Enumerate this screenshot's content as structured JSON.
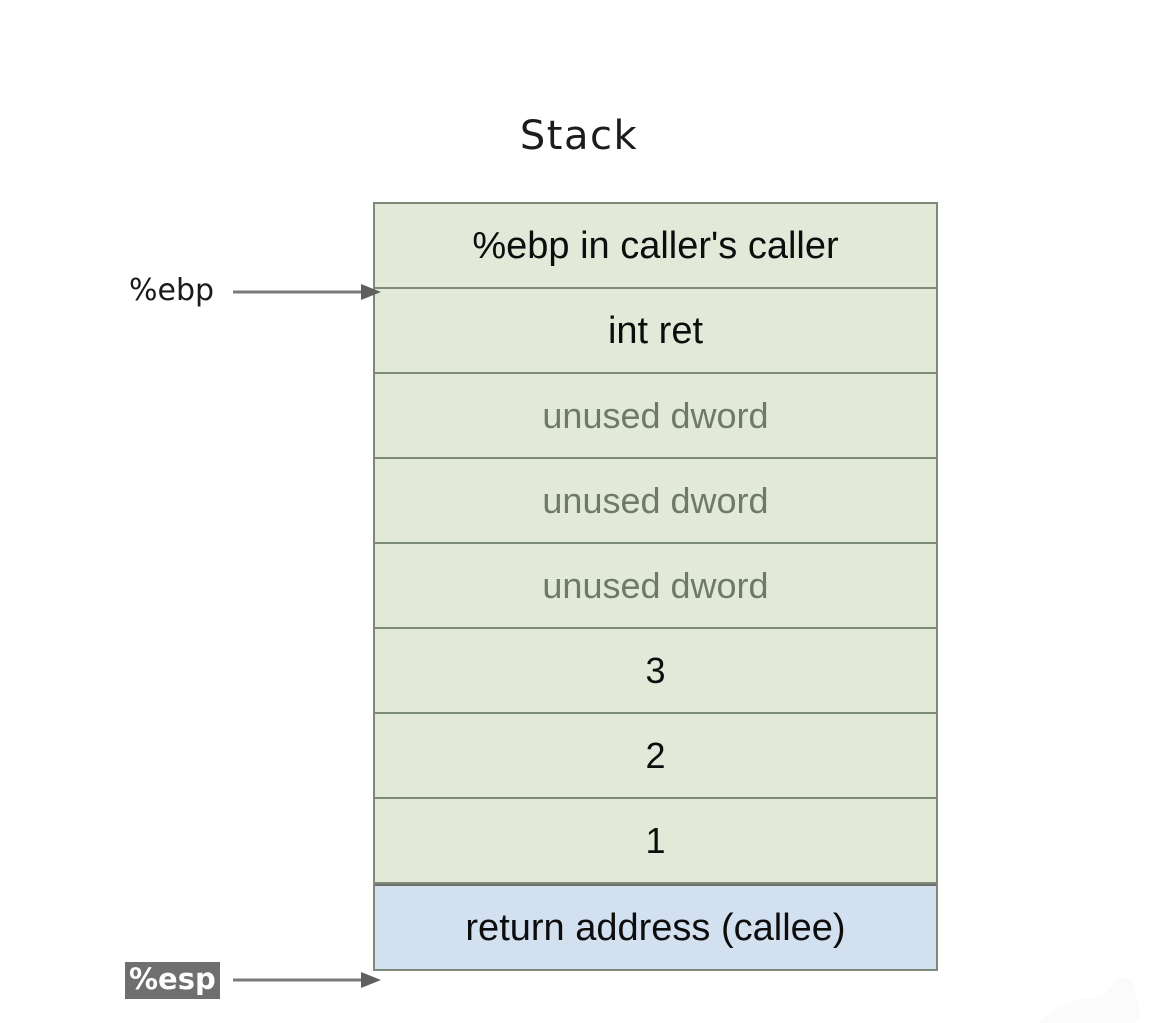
{
  "diagram": {
    "title": "Stack",
    "colors": {
      "frame_fill": "#e2e9d8",
      "return_row_fill": "#d3e0f0",
      "border": "#7d8a77",
      "muted_text": "#6d7a68",
      "text": "#0d0d0d",
      "highlight_bg": "#6f6f6f",
      "highlight_fg": "#ffffff",
      "arrow": "#7a7a7a"
    },
    "rows": [
      {
        "label": "%ebp in caller's caller",
        "style": "normal",
        "fill": "green"
      },
      {
        "label": "int ret",
        "style": "normal",
        "fill": "green"
      },
      {
        "label": "unused dword",
        "style": "muted",
        "fill": "green"
      },
      {
        "label": "unused dword",
        "style": "muted",
        "fill": "green"
      },
      {
        "label": "unused dword",
        "style": "muted",
        "fill": "green"
      },
      {
        "label": "3",
        "style": "number",
        "fill": "green"
      },
      {
        "label": "2",
        "style": "number",
        "fill": "green"
      },
      {
        "label": "1",
        "style": "number",
        "fill": "green"
      },
      {
        "label": "return address (callee)",
        "style": "normal",
        "fill": "blue"
      }
    ],
    "pointers": [
      {
        "label": "%ebp",
        "highlighted": false,
        "points_to_row_boundary": 1,
        "icon": "arrow-right-icon"
      },
      {
        "label": "%esp",
        "highlighted": true,
        "points_to_row_boundary": 9,
        "icon": "arrow-right-icon"
      }
    ]
  }
}
